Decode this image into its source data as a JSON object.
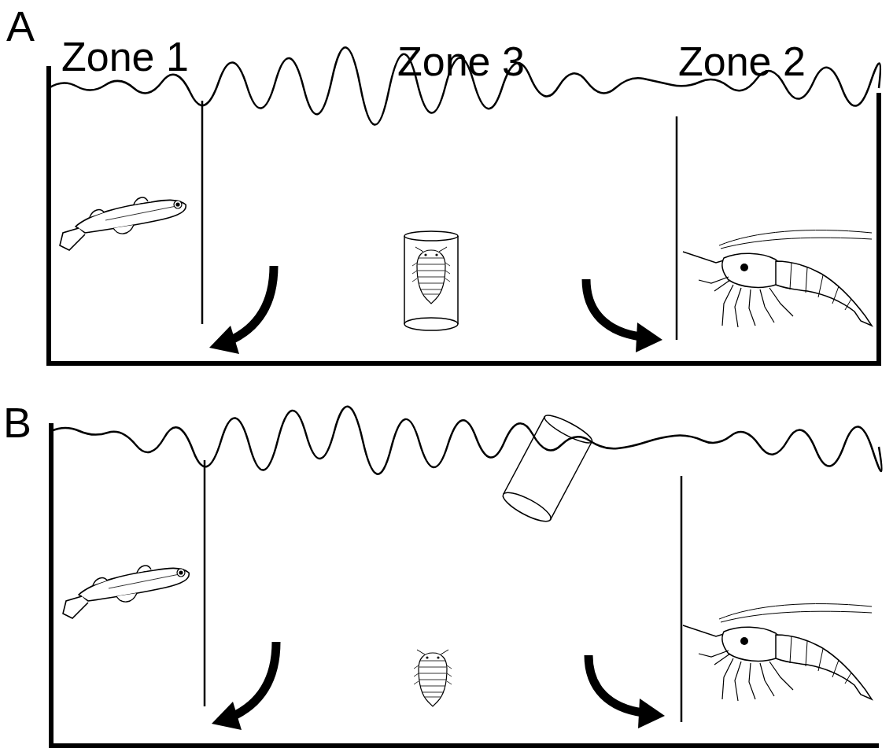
{
  "diagram": {
    "labels": [
      "A",
      "Zone 1",
      "Zone 3",
      "Zone 2",
      "B"
    ]
  }
}
